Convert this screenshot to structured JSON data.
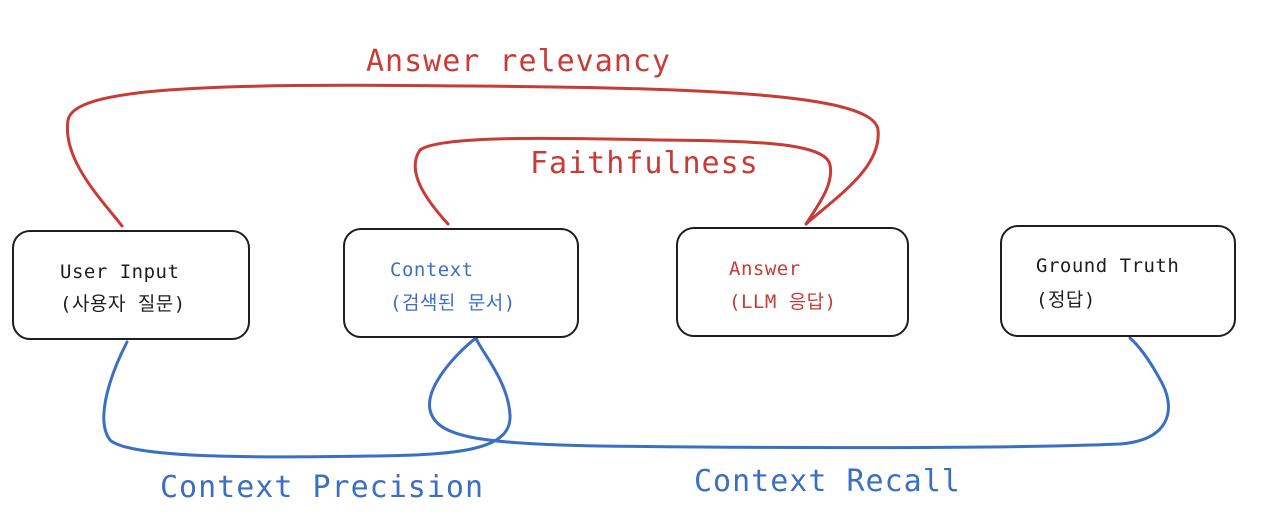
{
  "colors": {
    "black": "#1e1e1e",
    "blue": "#3b6fc4",
    "red": "#c93b36"
  },
  "nodes": {
    "user_input": {
      "line1": "User Input",
      "line2": "(사용자 질문)"
    },
    "context": {
      "line1": "Context",
      "line2": "(검색된 문서)"
    },
    "answer": {
      "line1": "Answer",
      "line2": "(LLM 응답)"
    },
    "ground_truth": {
      "line1": "Ground Truth",
      "line2": "(정답)"
    }
  },
  "edges": {
    "answer_relevancy": "Answer relevancy",
    "faithfulness": "Faithfulness",
    "context_precision": "Context Precision",
    "context_recall": "Context Recall"
  }
}
